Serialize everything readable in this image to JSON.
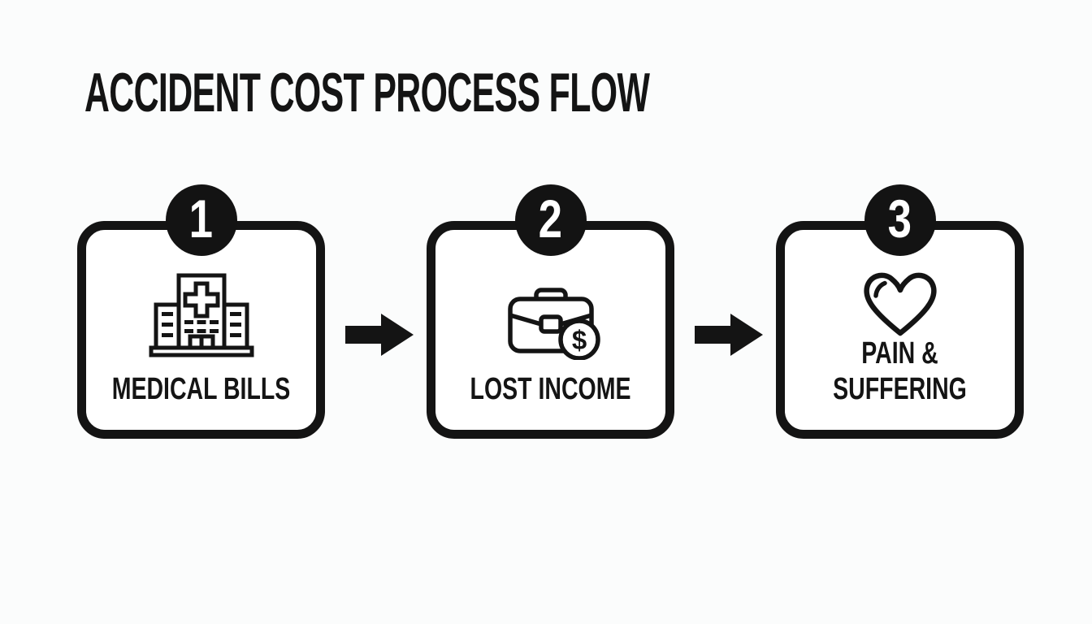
{
  "title": "ACCIDENT COST PROCESS FLOW",
  "steps": [
    {
      "number": "1",
      "label": "MEDICAL BILLS",
      "icon": "hospital-icon"
    },
    {
      "number": "2",
      "label": "LOST INCOME",
      "icon": "briefcase-dollar-icon",
      "coin_symbol": "$"
    },
    {
      "number": "3",
      "label": "PAIN &\nSUFFERING",
      "icon": "heart-icon"
    }
  ],
  "connectors": [
    {
      "icon": "arrow-right-icon"
    },
    {
      "icon": "arrow-right-icon"
    }
  ],
  "colors": {
    "background": "#fbfcfc",
    "ink": "#141414",
    "box_fill": "#ffffff",
    "badge_fill": "#131313",
    "badge_text": "#ffffff"
  }
}
